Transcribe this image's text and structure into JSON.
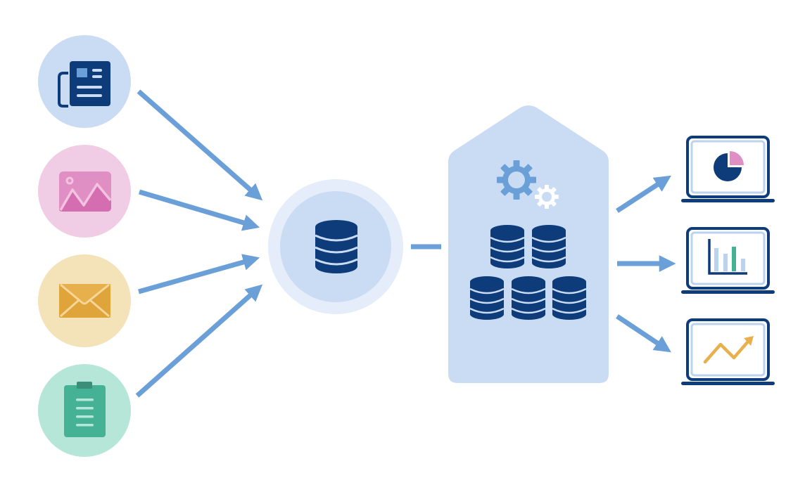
{
  "diagram": {
    "type": "data-pipeline",
    "colors": {
      "background": "#ffffff",
      "arrow": "#6a9fd8",
      "navy": "#0e3b7a",
      "hub_outer": "#e4edf9",
      "hub_inner": "#c9dcf3",
      "warehouse": "#c9dcf3",
      "gear_blue": "#6a9fd8",
      "gear_white": "#ffffff",
      "laptop_inner": "#bcd3ef"
    },
    "sources": [
      {
        "id": "news",
        "icon": "newspaper-icon",
        "circle_color": "#c9dcf3",
        "icon_color": "#0e3b7a",
        "accent": "#6a9fd8"
      },
      {
        "id": "image",
        "icon": "image-icon",
        "circle_color": "#f0cde4",
        "icon_color": "#e08fc4",
        "accent": "#d56eb0"
      },
      {
        "id": "mail",
        "icon": "envelope-icon",
        "circle_color": "#f4e2b8",
        "icon_color": "#dfa43a",
        "accent": "#f2c77c"
      },
      {
        "id": "document",
        "icon": "clipboard-icon",
        "circle_color": "#b5e6d8",
        "icon_color": "#45b295",
        "accent": "#b5e6d8"
      }
    ],
    "hub": {
      "icon": "database-icon"
    },
    "warehouse": {
      "icons": [
        "gears-icon",
        "database-stack-icon"
      ],
      "database_count": 5
    },
    "outputs": [
      {
        "id": "pie",
        "icon": "pie-chart-icon",
        "colors": [
          "#0e3b7a",
          "#e08fc4"
        ]
      },
      {
        "id": "bar",
        "icon": "bar-chart-icon",
        "colors": [
          "#bcd3ef",
          "#45b295"
        ]
      },
      {
        "id": "trend",
        "icon": "trend-line-icon",
        "colors": [
          "#e8b04c"
        ]
      }
    ]
  }
}
